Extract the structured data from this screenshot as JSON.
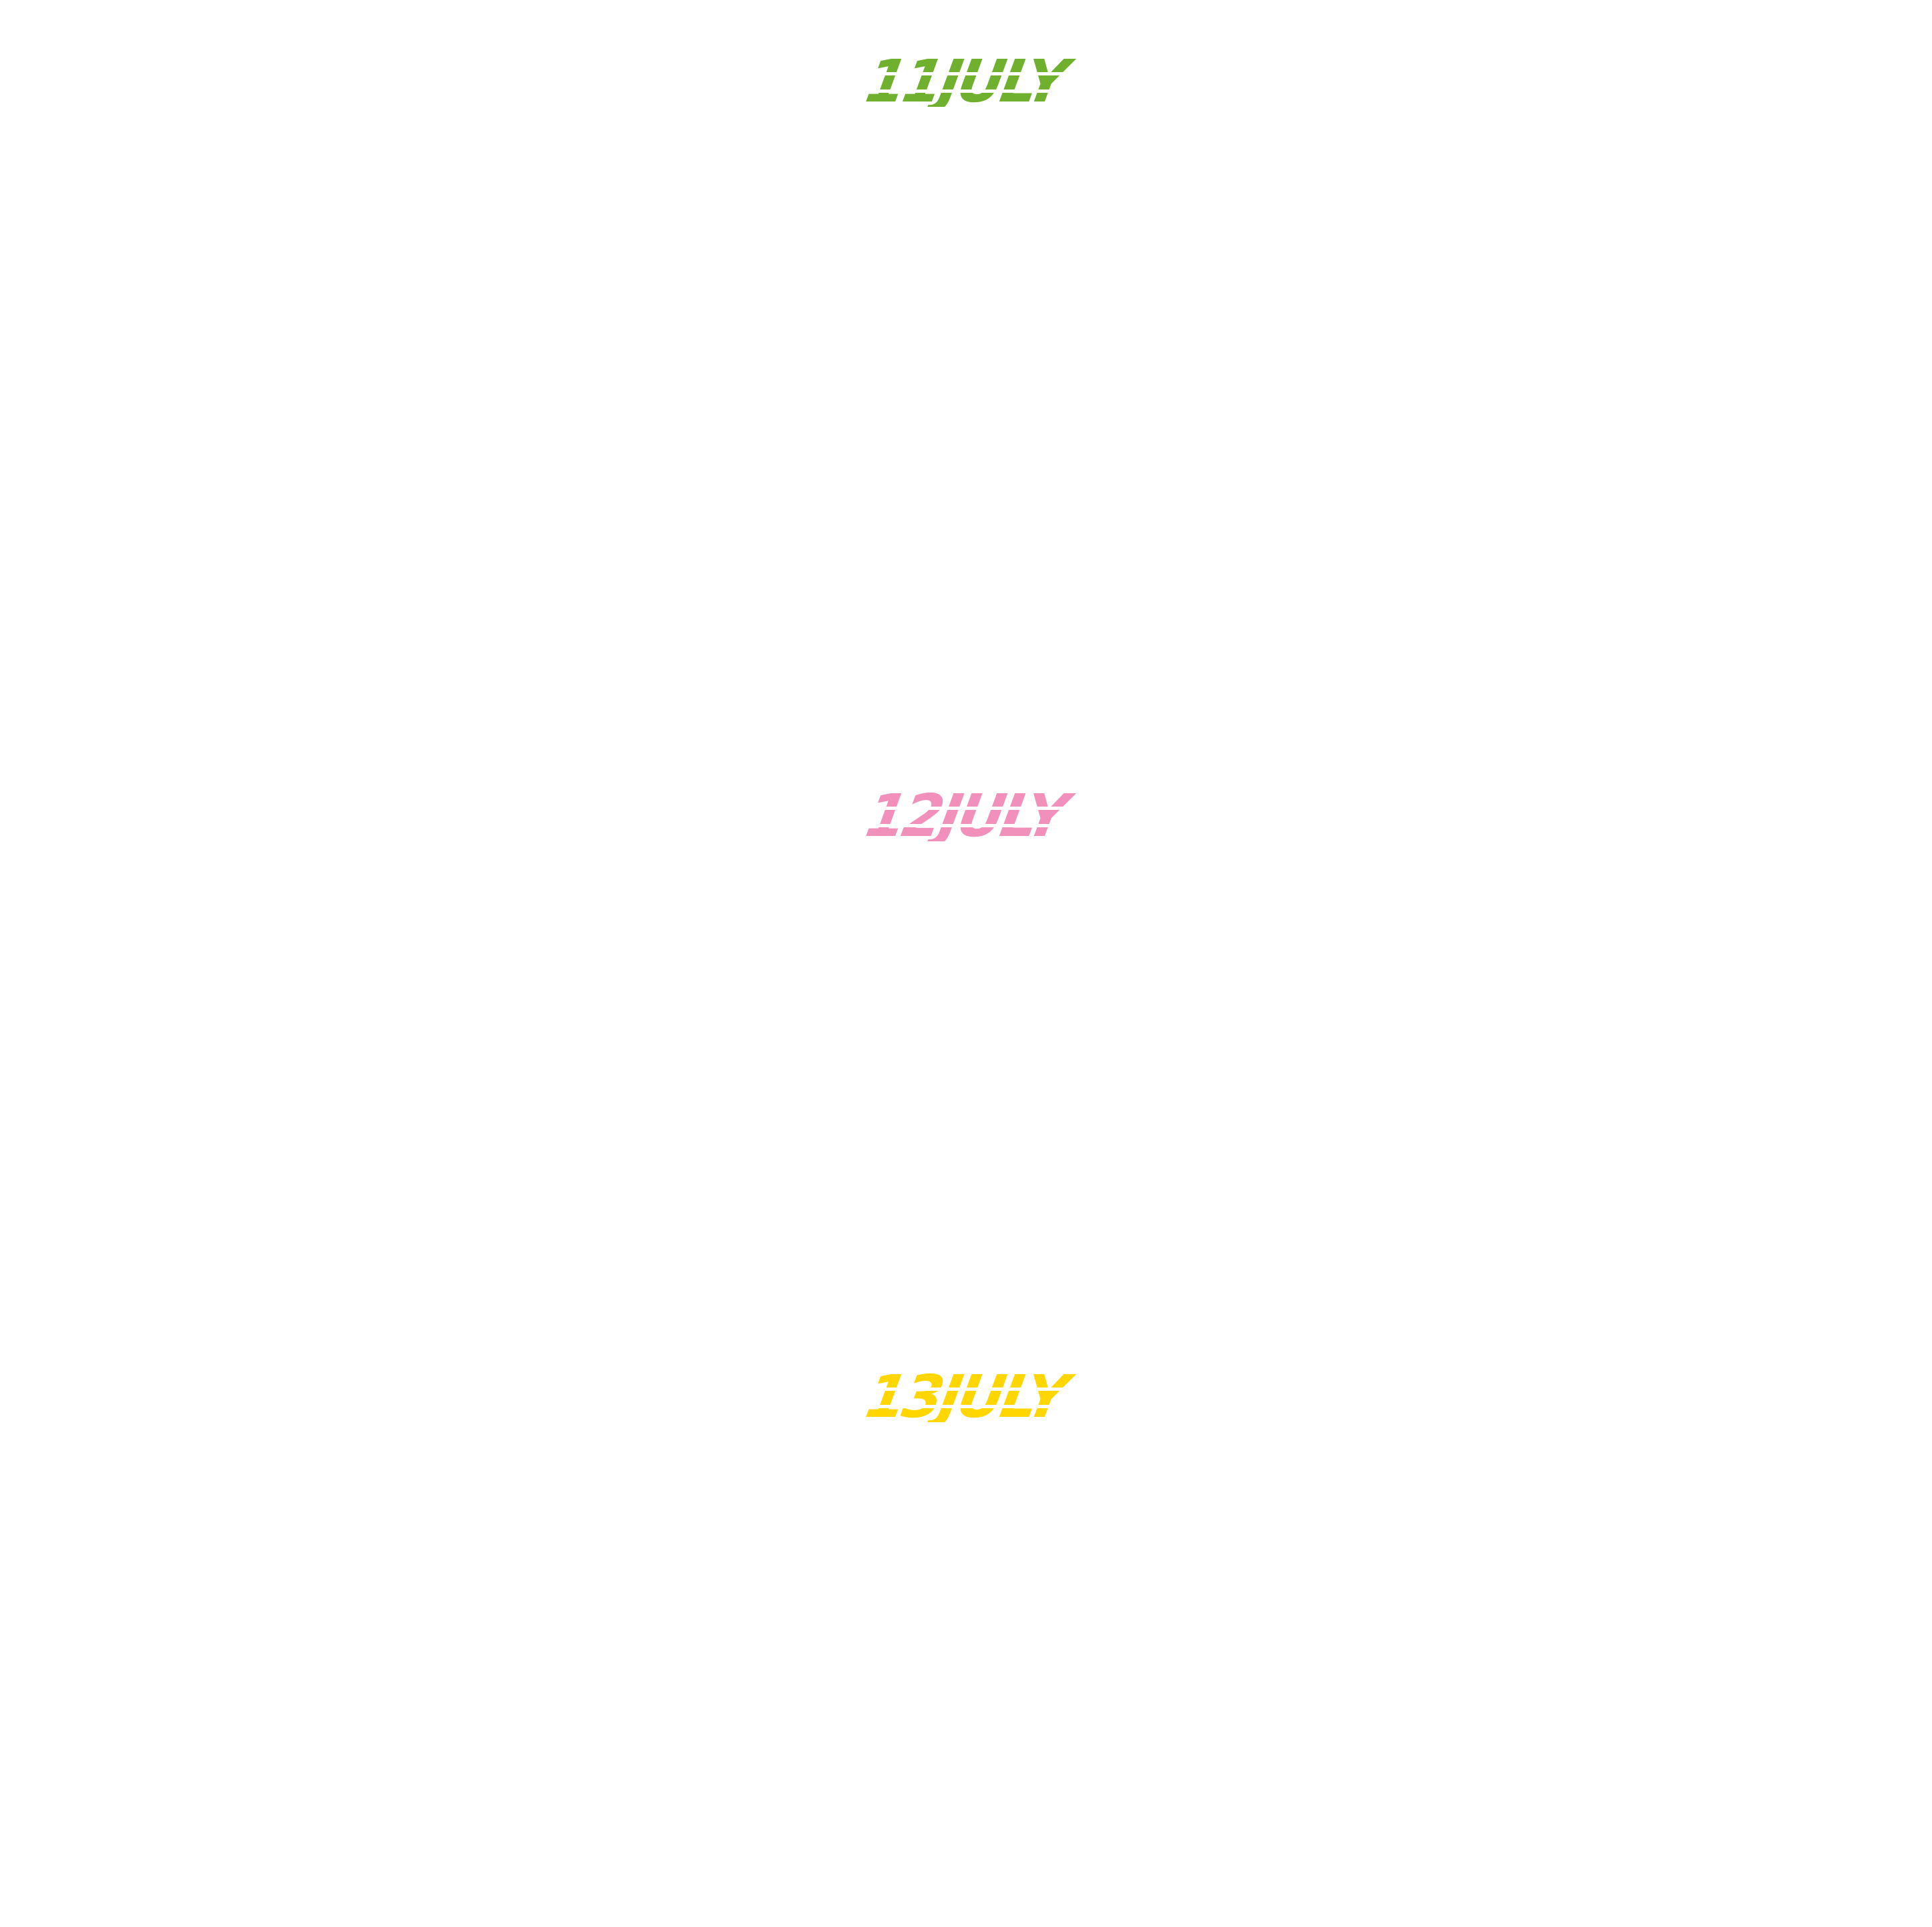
{
  "dates": [
    {
      "day": "11",
      "month": "JULY",
      "label": "11JULY",
      "color": "#6fb02f"
    },
    {
      "day": "12",
      "month": "JULY",
      "label": "12JULY",
      "color": "#f190bb"
    },
    {
      "day": "13",
      "month": "JULY",
      "label": "13JULY",
      "color": "#ffd600"
    }
  ],
  "background": "#ffffff"
}
